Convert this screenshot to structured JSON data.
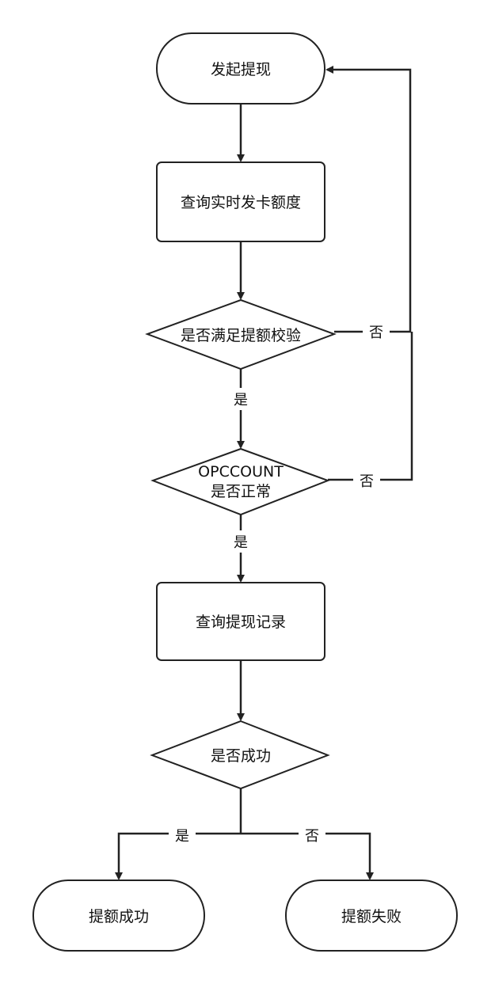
{
  "nodes": {
    "start": "发起提现",
    "query_quota": "查询实时发卡额度",
    "check_quota": "是否满足提额校验",
    "check_opcount_l1": "OPCCOUNT",
    "check_opcount_l2": "是否正常",
    "query_record": "查询提现记录",
    "check_success": "是否成功",
    "end_success": "提额成功",
    "end_fail": "提额失败"
  },
  "edges": {
    "quota_yes": "是",
    "quota_no": "否",
    "opcount_yes": "是",
    "opcount_no": "否",
    "success_yes": "是",
    "success_no": "否"
  },
  "colors": {
    "stroke": "#222222",
    "fill": "#ffffff",
    "text": "#111111"
  }
}
